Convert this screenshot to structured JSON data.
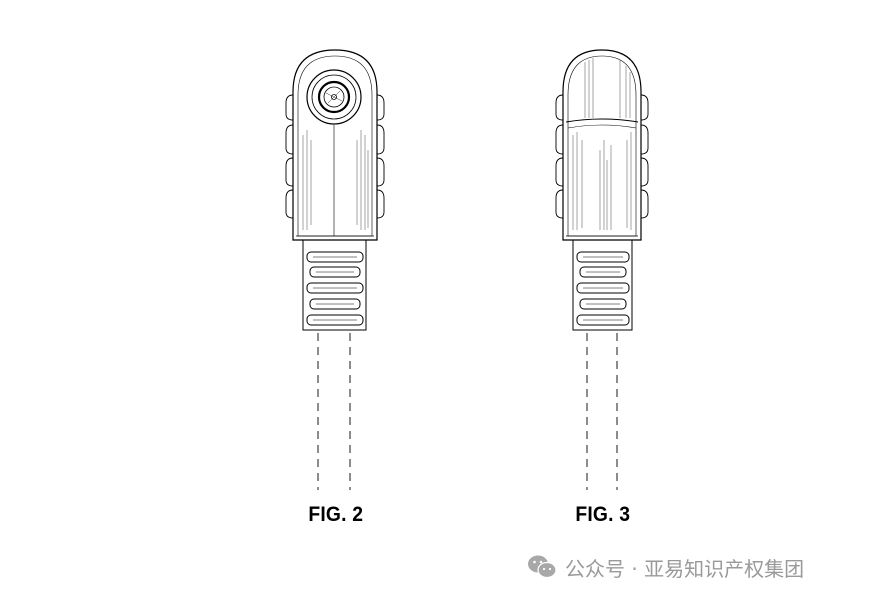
{
  "figures": [
    {
      "id": "fig2",
      "label": "FIG. 2",
      "view": "front"
    },
    {
      "id": "fig3",
      "label": "FIG. 3",
      "view": "rear"
    }
  ],
  "watermark": {
    "icon": "wechat-icon",
    "text": "公众号 · 亚易知识产权集团",
    "color": "#9a9a9a"
  },
  "colors": {
    "line": "#000000",
    "background": "#ffffff"
  }
}
